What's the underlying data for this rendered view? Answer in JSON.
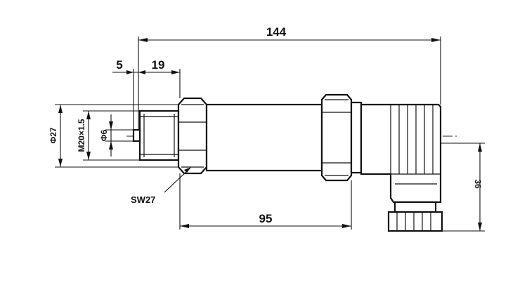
{
  "drawing": {
    "labels": {
      "overall_length": "144",
      "thread_step": "5",
      "thread_length": "19",
      "outer_diameter": "Φ27",
      "thread_spec": "M20×1.5",
      "port_diameter": "Φ6",
      "hex_size": "SW27",
      "body_length": "95",
      "connector_height": "36"
    }
  }
}
